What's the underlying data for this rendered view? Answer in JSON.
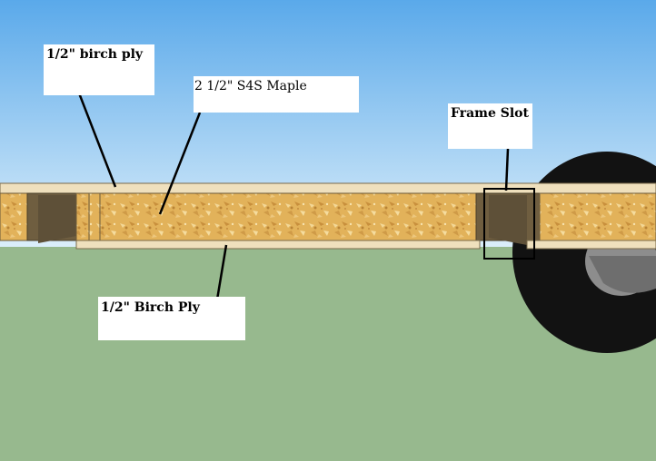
{
  "colors": {
    "sky_top": "#5aa9ea",
    "sky_bottom": "#dbeefa",
    "ground": "#97b98e",
    "ply_face": "#efe0bd",
    "maple": "#e2b25a",
    "frame_slot": "#5e5038",
    "tire": "#121212",
    "hub": "#8d8d8d"
  },
  "labels": {
    "top_ply": "1/2\" birch ply",
    "maple": "2  1/2\" S4S Maple",
    "frame_slot": "Frame Slot",
    "bottom_ply": "1/2\" Birch Ply"
  }
}
